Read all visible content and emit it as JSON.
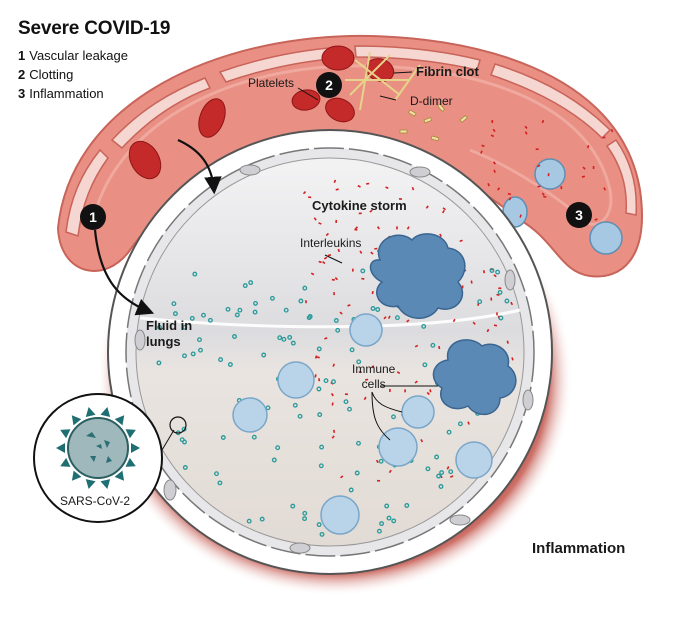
{
  "legend": {
    "title": "Severe COVID-19",
    "items": [
      {
        "num": "1",
        "text": "Vascular leakage"
      },
      {
        "num": "2",
        "text": "Clotting"
      },
      {
        "num": "3",
        "text": "Inflammation"
      }
    ]
  },
  "labels": {
    "platelets": "Platelets",
    "fibrin_clot": "Fibrin clot",
    "d_dimer": "D-dimer",
    "cytokine_storm": "Cytokine storm",
    "interleukins": "Interleukins",
    "fluid_in_lungs_1": "Fluid in",
    "fluid_in_lungs_2": "lungs",
    "immune_cells_1": "Immune",
    "immune_cells_2": "cells",
    "sars_cov_2": "SARS-CoV-2",
    "inflammation": "Inflammation"
  },
  "markers": {
    "m1": "1",
    "m2": "2",
    "m3": "3"
  },
  "colors": {
    "vessel": "#e98f84",
    "vessel_edge": "#c8645a",
    "inflamed": "#9e1c14",
    "rbc": "#c42a2a",
    "cytokine": "#d42020",
    "fluid_dot": "#2a9a9a",
    "immune_cell": "#a6c8e2",
    "macrophage": "#5b89b6"
  }
}
